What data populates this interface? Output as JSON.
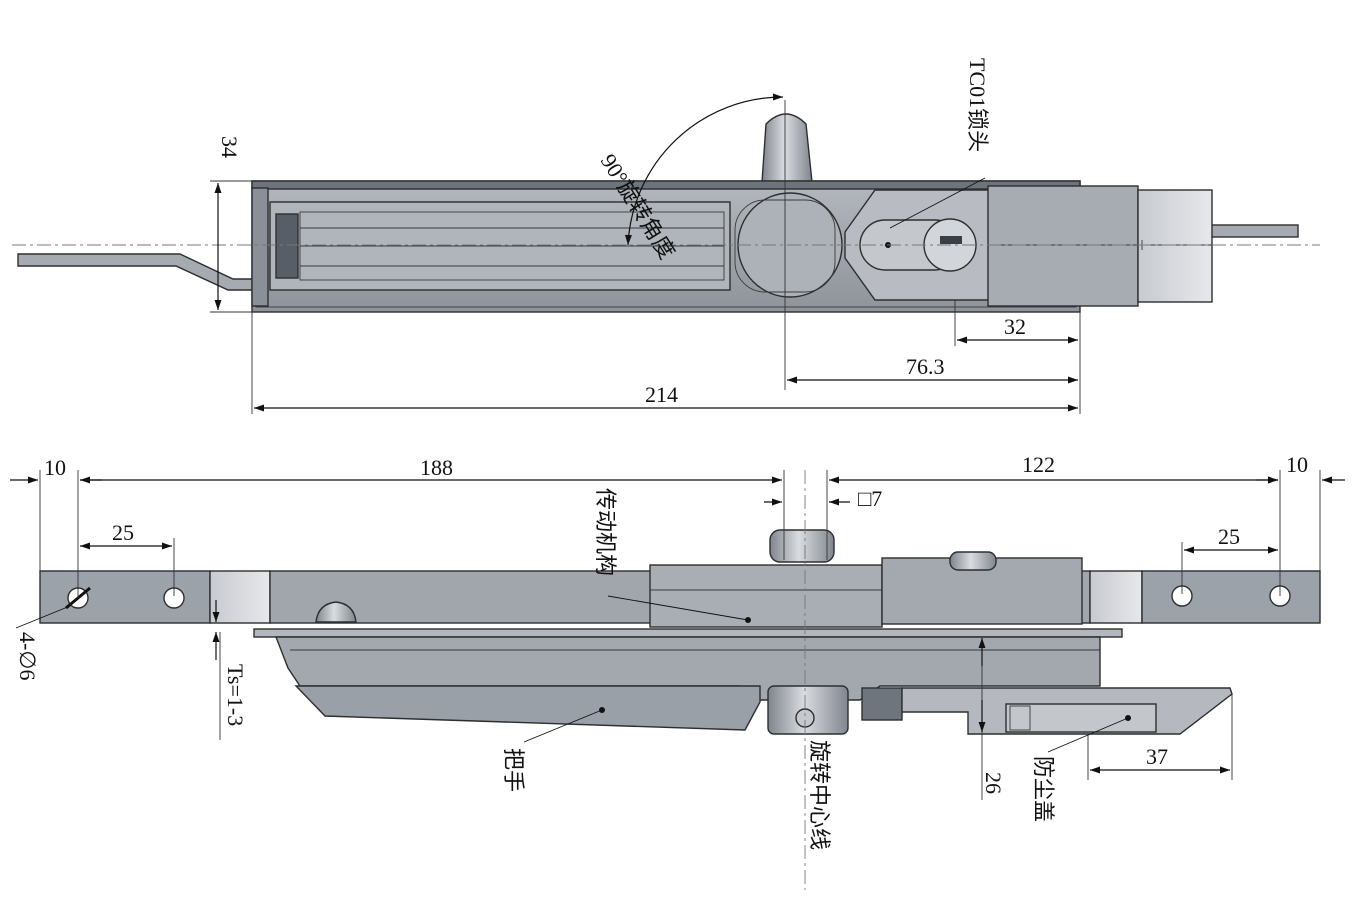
{
  "top_view": {
    "labels": {
      "lock_head": "TC01锁头",
      "rotation_angle": "90°旋转角度"
    },
    "dimensions": {
      "height": "34",
      "d32": "32",
      "d76": "76.3",
      "d214": "214"
    }
  },
  "side_view": {
    "dimensions": {
      "d10_left": "10",
      "d188": "188",
      "d122": "122",
      "d10_right": "10",
      "d25_left": "25",
      "d25_right": "25",
      "square": "□7",
      "hole": "4-∅6",
      "ts": "Ts=1-3",
      "d26": "26",
      "d37": "37"
    },
    "labels": {
      "mechanism": "传动机构",
      "handle": "把手",
      "center_line": "旋转中心线",
      "dust_cover": "防尘盖"
    }
  },
  "colors": {
    "metal": "#a3a8af",
    "metal_dark": "#7d838b",
    "metal_light": "#c9ccd1",
    "strip": "#9aa0a7",
    "line": "#111111"
  }
}
